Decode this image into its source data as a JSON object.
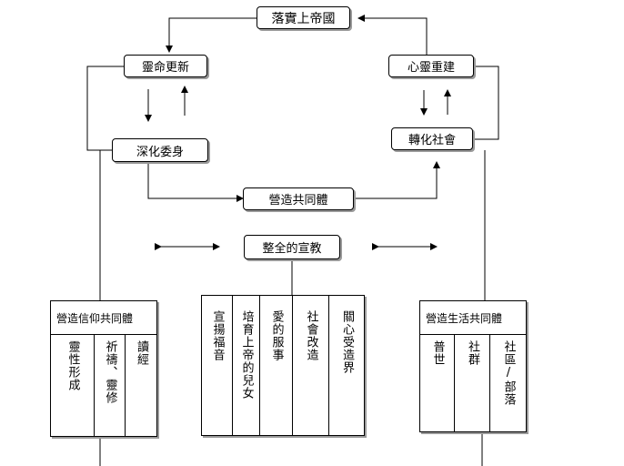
{
  "diagram": {
    "top": "落實上帝國",
    "left_top": "靈命更新",
    "left_mid": "深化委身",
    "right_top": "心靈重建",
    "right_mid": "轉化社會",
    "center_mid": "營造共同體",
    "center_low": "整全的宣教",
    "left_table": {
      "title": "營造信仰共同體",
      "cols": [
        "靈性形成",
        "祈禱、靈修",
        "讀經"
      ]
    },
    "center_table": {
      "cols": [
        "宣揚福音",
        "培育上帝的兒女",
        "愛的服事",
        "社會改造",
        "關心受造界"
      ]
    },
    "right_table": {
      "title": "營造生活共同體",
      "cols": [
        "普世",
        "社群",
        "社區/部落"
      ]
    }
  }
}
